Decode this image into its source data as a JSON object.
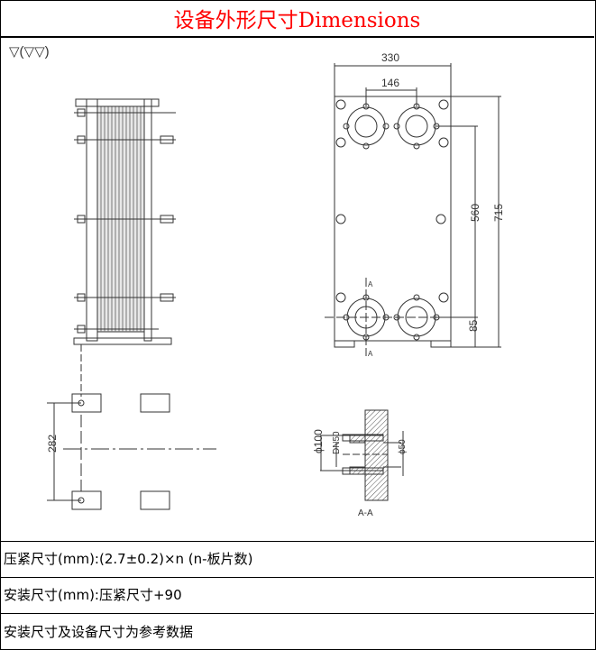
{
  "title": "设备外形尺寸Dimensions",
  "drawing": {
    "surface_symbol": "▽(▽▽)",
    "dim_width": "330",
    "dim_port_spacing": "146",
    "dim_port_vertical": "560",
    "dim_height": "715",
    "dim_bottom": "85",
    "dim_foot_spacing": "282",
    "section_flange_dia": "ϕ100",
    "section_dn": "DN50",
    "section_bore": "ϕ50",
    "section_label": "A-A",
    "section_marker_top": "A",
    "section_marker_bottom": "A"
  },
  "notes": [
    "压紧尺寸(mm):(2.7±0.2)×n (n-板片数)",
    "安装尺寸(mm):压紧尺寸+90",
    "安装尺寸及设备尺寸为参考数据"
  ]
}
